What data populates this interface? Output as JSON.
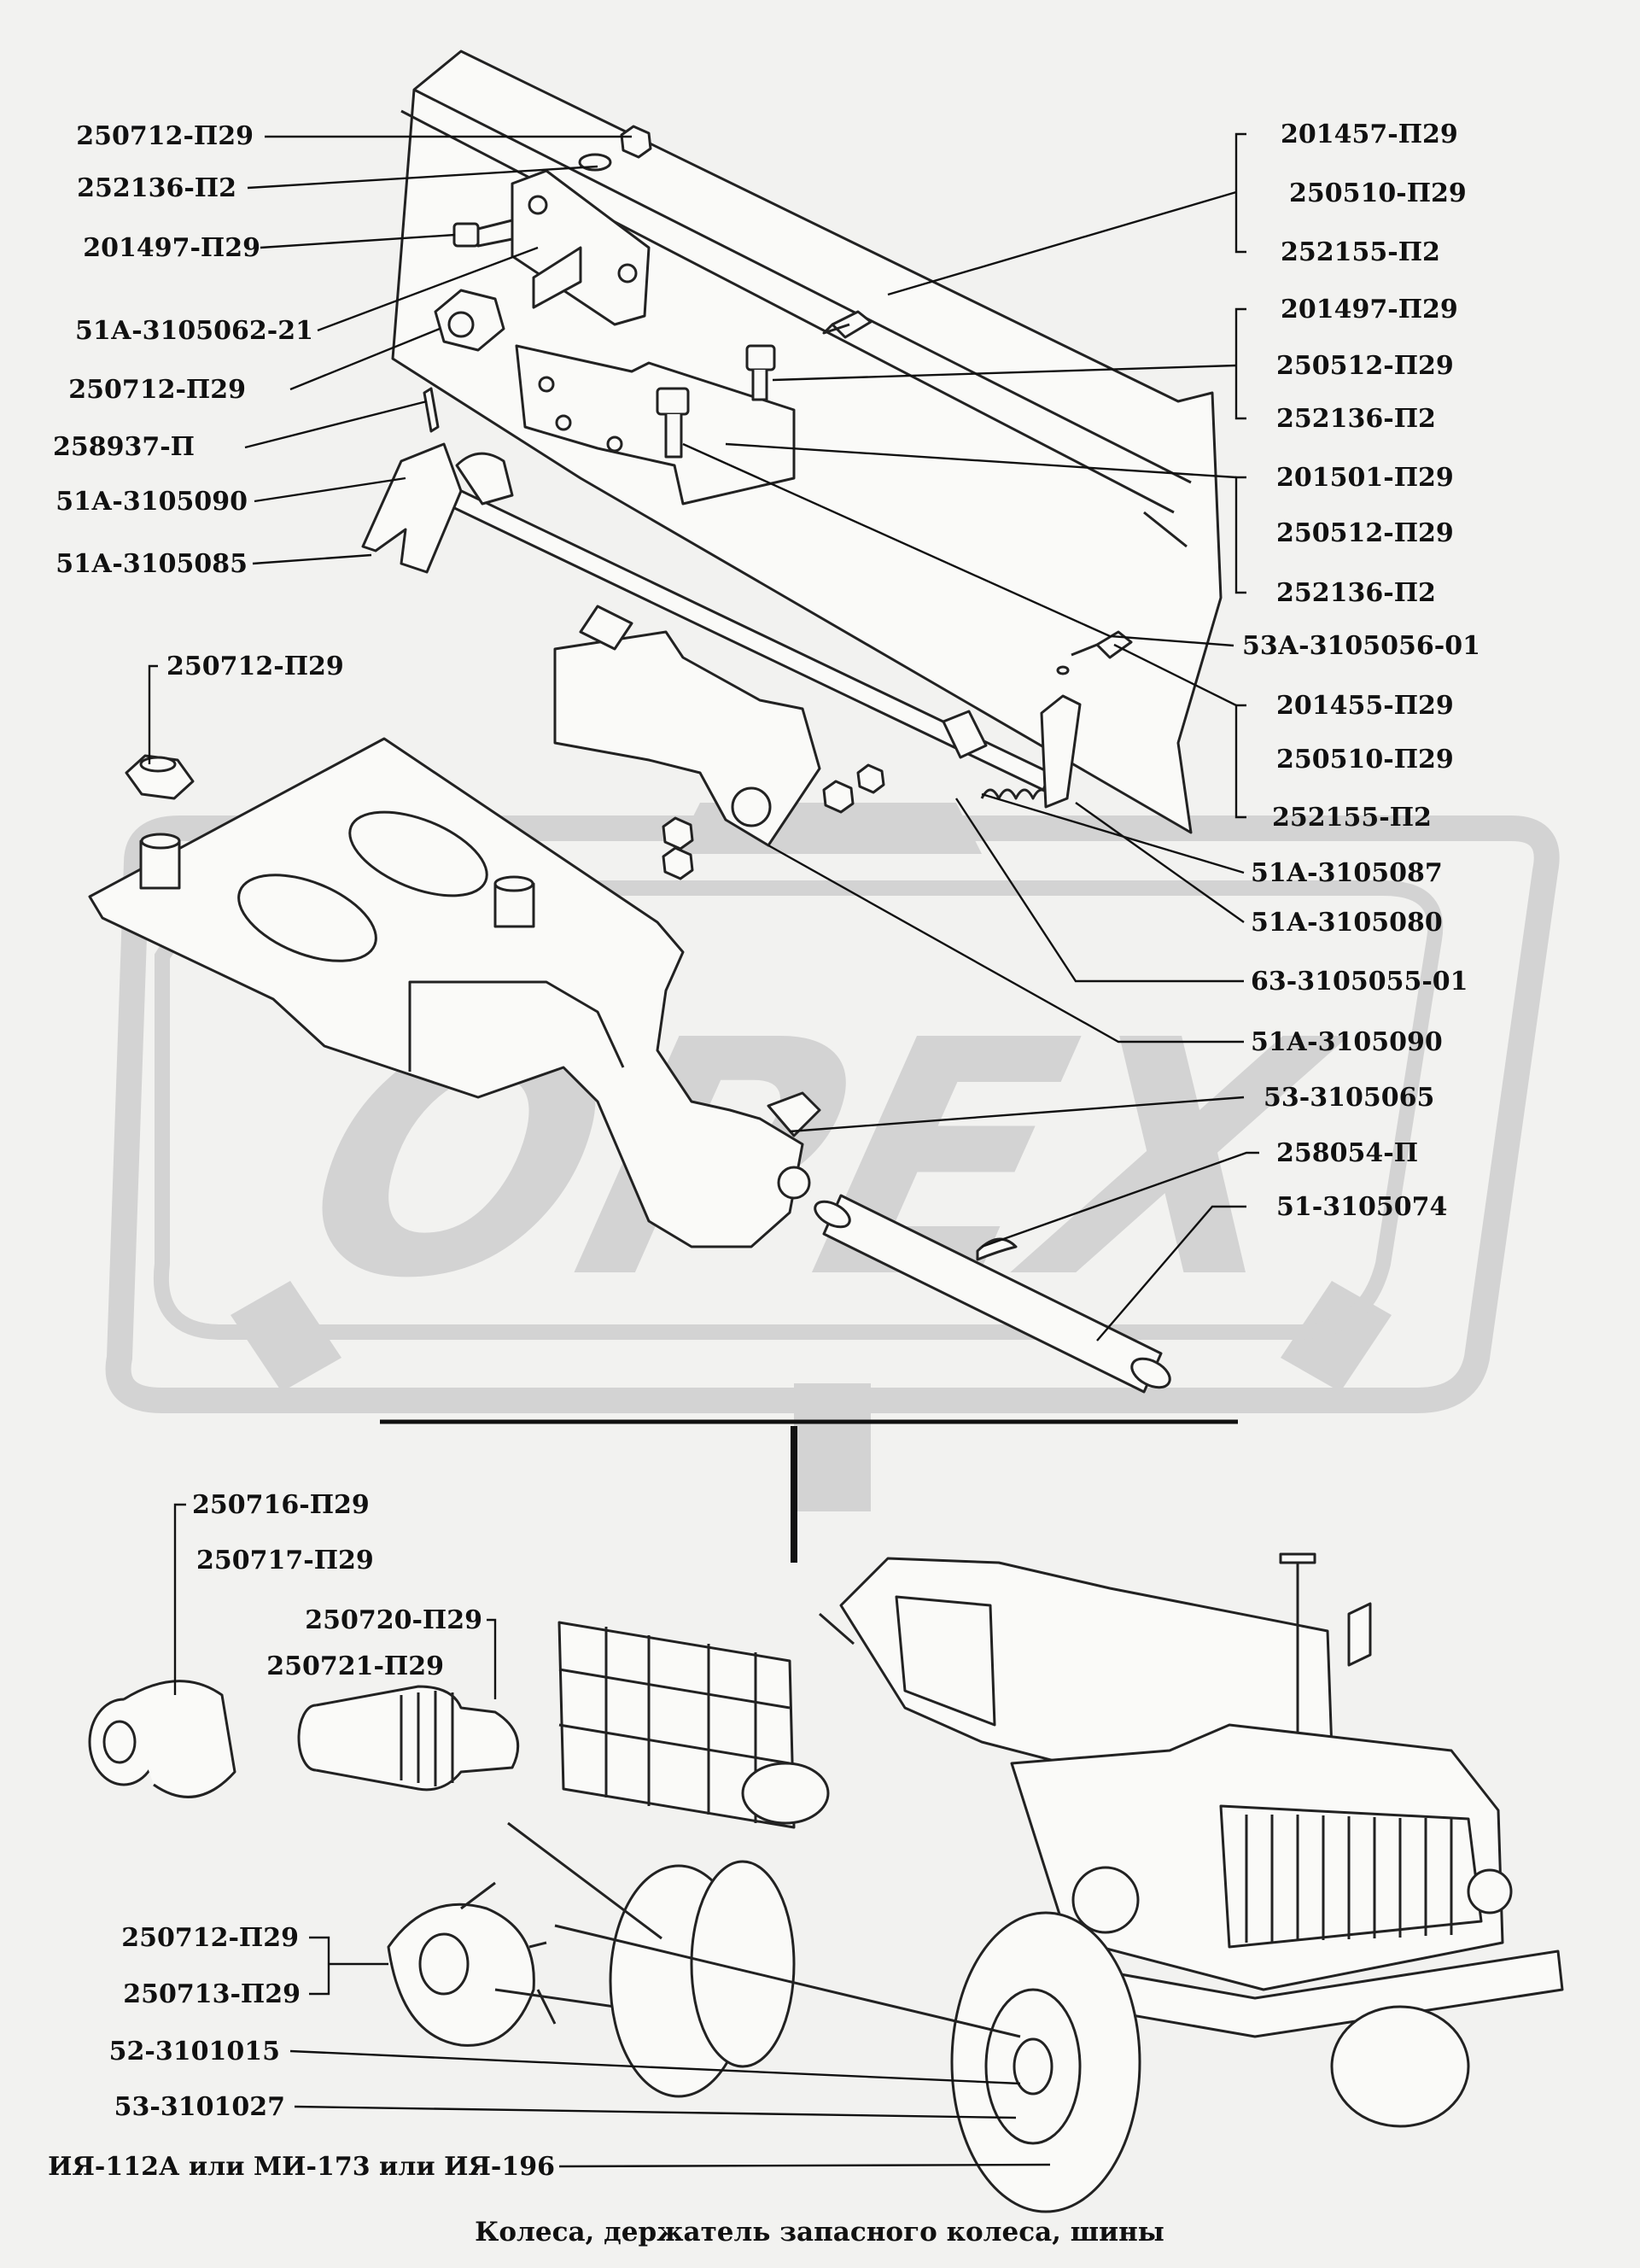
{
  "watermark": {
    "text": "OPEX",
    "color": "#d0d0d0"
  },
  "caption": "Колеса, держатель запасного колеса, шины",
  "labels": {
    "l01": "250712-П29",
    "l02": "252136-П2",
    "l03": "201497-П29",
    "l04": "51А-3105062-21",
    "l05": "250712-П29",
    "l06": "258937-П",
    "l07": "51А-3105090",
    "l08": "51А-3105085",
    "l09": "250712-П29",
    "r01": "201457-П29",
    "r02": "250510-П29",
    "r03": "252155-П2",
    "r04": "201497-П29",
    "r05": "250512-П29",
    "r06": "252136-П2",
    "r07": "201501-П29",
    "r08": "250512-П29",
    "r09": "252136-П2",
    "r10": "53А-3105056-01",
    "r11": "201455-П29",
    "r12": "250510-П29",
    "r13": "252155-П2",
    "r14": "51А-3105087",
    "r15": "51А-3105080",
    "r16": "63-3105055-01",
    "r17": "51А-3105090",
    "r18": "53-3105065",
    "r19": "258054-П",
    "r20": "51-3105074",
    "b01": "250716-П29",
    "b02": "250717-П29",
    "b03": "250720-П29",
    "b04": "250721-П29",
    "b05": "250712-П29",
    "b06": "250713-П29",
    "b07": "52-3101015",
    "b08": "53-3101027",
    "b09": "ИЯ-112А или МИ-173 или ИЯ-196"
  }
}
